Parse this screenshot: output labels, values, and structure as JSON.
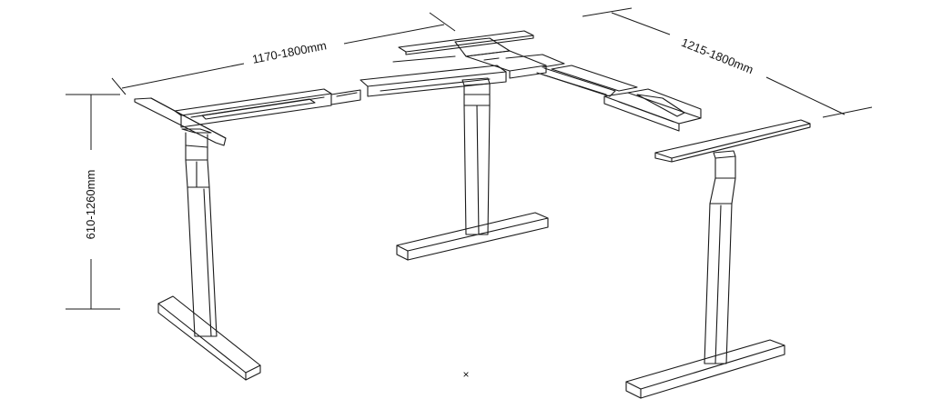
{
  "dimensions": {
    "width_left": "1170-1800mm",
    "width_right": "1215-1800mm",
    "height": "610-1260mm"
  },
  "marker": "×",
  "colors": {
    "line": "#1a1a1a",
    "background": "#ffffff"
  }
}
